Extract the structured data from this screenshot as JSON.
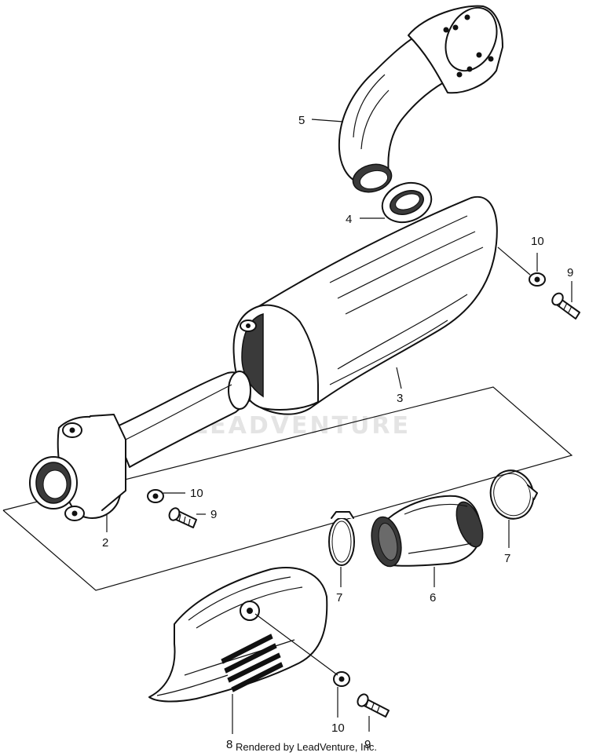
{
  "watermark": "LEADVENTURE",
  "footer": "Rendered by LeadVenture, Inc.",
  "part_labels": {
    "l2": "2",
    "l3": "3",
    "l4": "4",
    "l5": "5",
    "l6": "6",
    "l7a": "7",
    "l7b": "7",
    "l8": "8",
    "l9a": "9",
    "l9b": "9",
    "l9c": "9",
    "l10a": "10",
    "l10b": "10",
    "l10c": "10"
  }
}
